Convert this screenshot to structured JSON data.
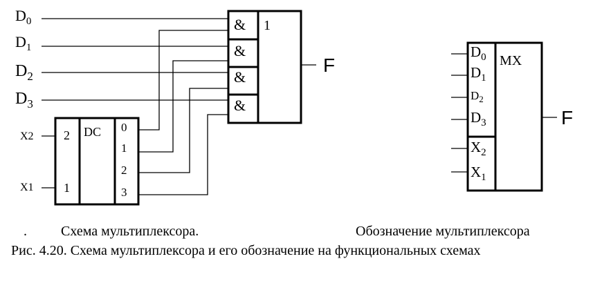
{
  "multiplexer_circuit": {
    "data_inputs": [
      {
        "name": "D",
        "sub": "0"
      },
      {
        "name": "D",
        "sub": "1"
      },
      {
        "name": "D",
        "sub": "2"
      },
      {
        "name": "D",
        "sub": "3"
      }
    ],
    "and_gate_label": "&",
    "or_gate_label": "1",
    "output_label": "F",
    "decoder": {
      "label": "DC",
      "input_labels": [
        "X2",
        "X1"
      ],
      "input_weights": [
        "2",
        "1"
      ],
      "outputs": [
        "0",
        "1",
        "2",
        "3"
      ]
    }
  },
  "mux_symbol": {
    "label": "MX",
    "data_inputs": [
      {
        "name": "D",
        "sub": "0"
      },
      {
        "name": "D",
        "sub": "1"
      },
      {
        "name": "D",
        "sub": "2"
      },
      {
        "name": "D",
        "sub": "3"
      }
    ],
    "select_inputs": [
      {
        "name": "X",
        "sub": "2"
      },
      {
        "name": "X",
        "sub": "1"
      }
    ],
    "output_label": "F"
  },
  "captions": {
    "dot": ".",
    "left": "Схема мультиплексора.",
    "right": "Обозначение мультиплексора",
    "figure": "Рис. 4.20. Схема мультиплексора и его обозначение на функциональных схемах"
  }
}
